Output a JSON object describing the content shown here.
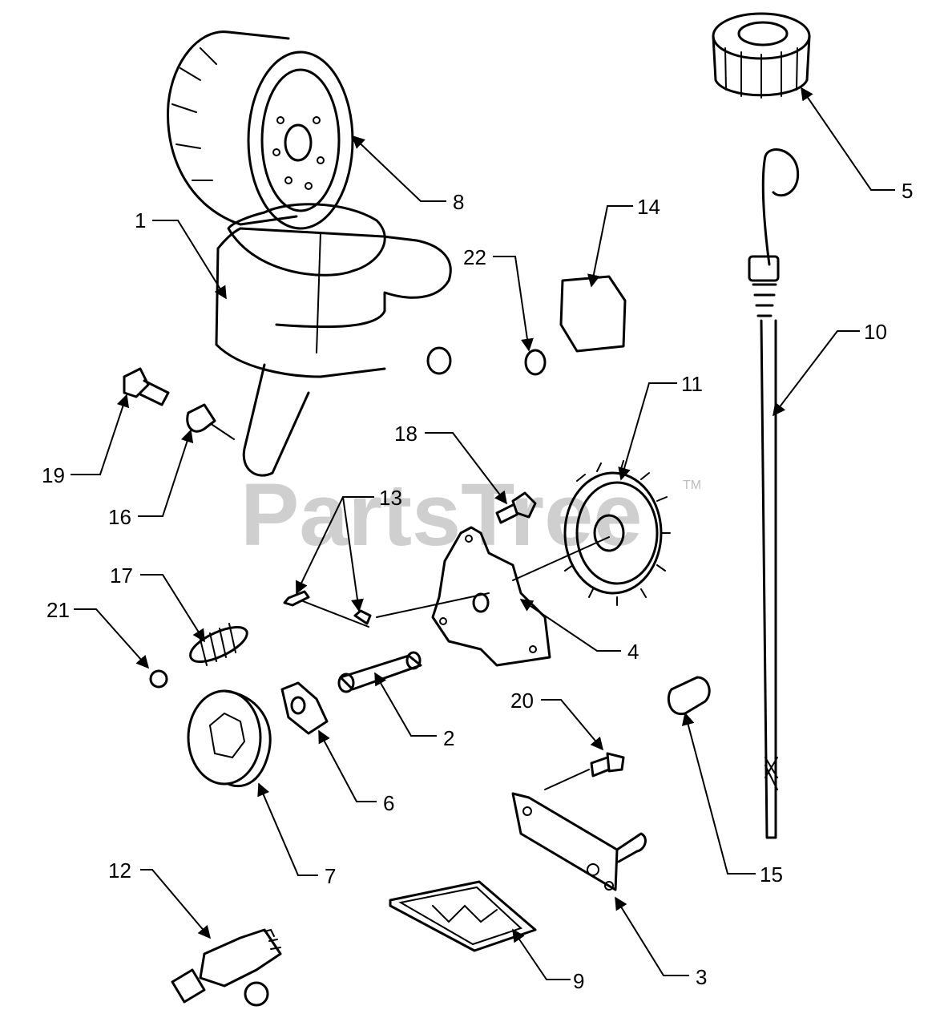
{
  "watermark": {
    "text": "PartsTree",
    "trademark": "TM"
  },
  "callouts": [
    "1",
    "2",
    "3",
    "4",
    "5",
    "6",
    "7",
    "8",
    "9",
    "10",
    "11",
    "12",
    "13",
    "14",
    "15",
    "16",
    "17",
    "18",
    "19",
    "20",
    "21",
    "22"
  ],
  "colors": {
    "line": "#000000",
    "background": "#ffffff",
    "watermark": "#cfcfcf"
  }
}
